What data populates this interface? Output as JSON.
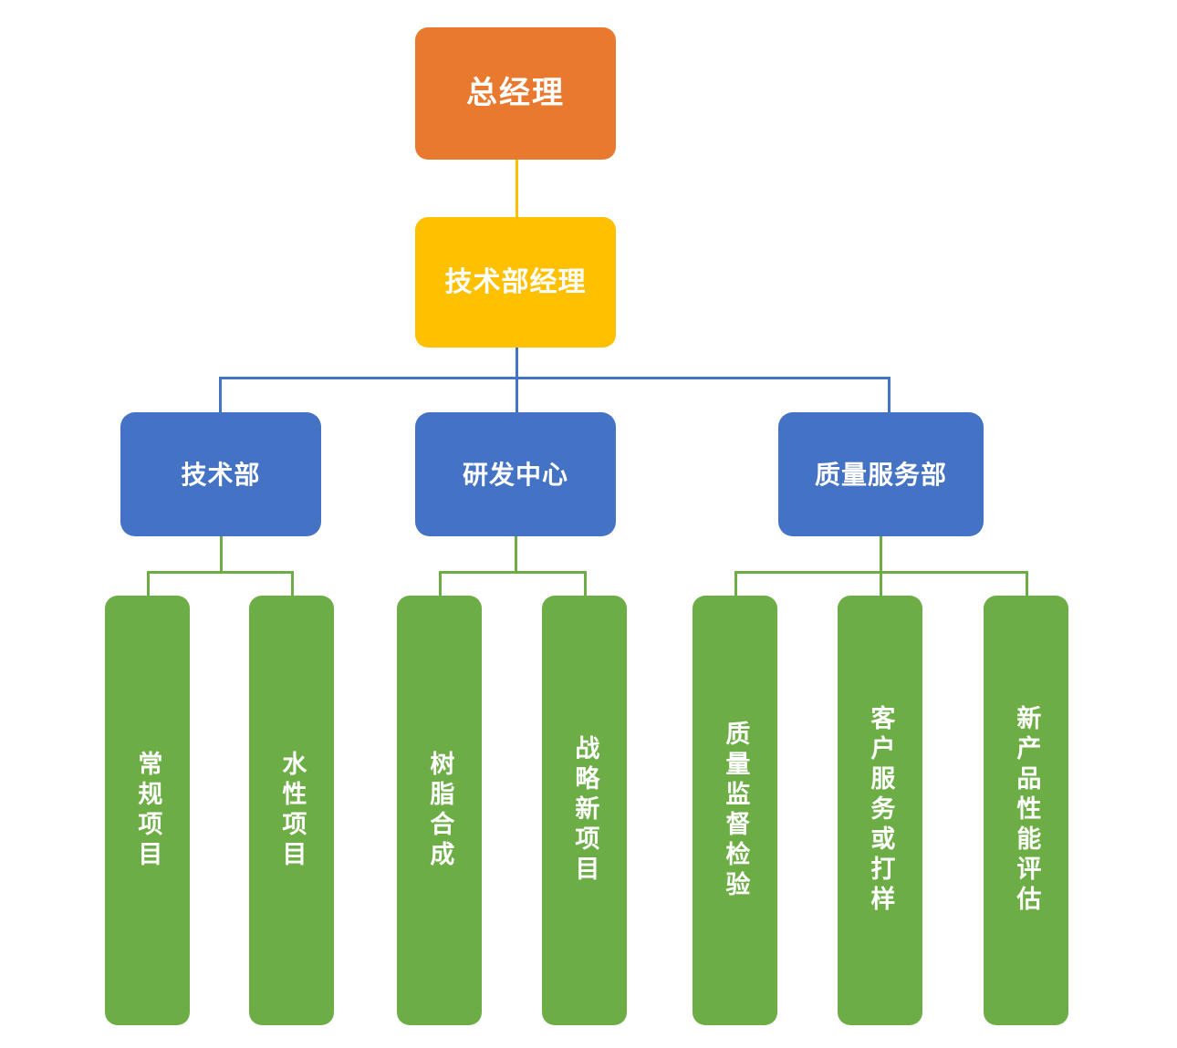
{
  "diagram": {
    "type": "organization-chart",
    "title": "",
    "background": "#ffffff",
    "colors": {
      "general_manager": "#E8792E",
      "manager": "#FFC000",
      "department": "#4472C4",
      "team": "#6CAD46",
      "text": "#ffffff"
    },
    "levels": [
      {
        "level": 1,
        "nodes": [
          {
            "id": "gm",
            "label": "总经理",
            "color": "#E8792E"
          }
        ]
      },
      {
        "level": 2,
        "nodes": [
          {
            "id": "tech-mgr",
            "label": "技术部经理",
            "color": "#FFC000",
            "parent": "gm"
          }
        ]
      },
      {
        "level": 3,
        "nodes": [
          {
            "id": "tech-dept",
            "label": "技术部",
            "color": "#4472C4",
            "parent": "tech-mgr"
          },
          {
            "id": "rd-center",
            "label": "研发中心",
            "color": "#4472C4",
            "parent": "tech-mgr"
          },
          {
            "id": "quality-dept",
            "label": "质量服务部",
            "color": "#4472C4",
            "parent": "tech-mgr"
          }
        ]
      },
      {
        "level": 4,
        "nodes": [
          {
            "id": "leaf-1",
            "label": "常规项目",
            "color": "#6CAD46",
            "parent": "tech-dept"
          },
          {
            "id": "leaf-2",
            "label": "水性项目",
            "color": "#6CAD46",
            "parent": "tech-dept"
          },
          {
            "id": "leaf-3",
            "label": "树脂合成",
            "color": "#6CAD46",
            "parent": "rd-center"
          },
          {
            "id": "leaf-4",
            "label": "战略新项目",
            "color": "#6CAD46",
            "parent": "rd-center"
          },
          {
            "id": "leaf-5",
            "label": "质量监督检验",
            "color": "#6CAD46",
            "parent": "quality-dept"
          },
          {
            "id": "leaf-6",
            "label": "客户服务或打样",
            "color": "#6CAD46",
            "parent": "quality-dept"
          },
          {
            "id": "leaf-7",
            "label": "新产品性能评估",
            "color": "#6CAD46",
            "parent": "quality-dept"
          }
        ]
      }
    ]
  }
}
